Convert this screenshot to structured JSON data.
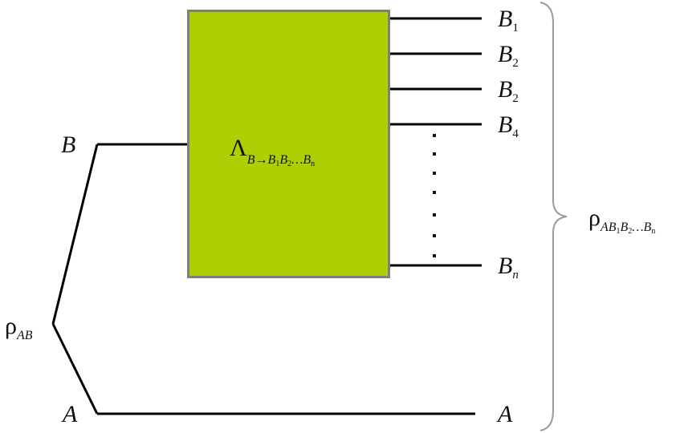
{
  "diagram": {
    "channel": {
      "symbol": "Λ",
      "subscript": "B→B1B2…Bn",
      "fill_color": "#afce04",
      "border_color": "#7f7f7f"
    },
    "input_state": {
      "symbol": "ρ",
      "subscript": "AB"
    },
    "output_state": {
      "symbol": "ρ",
      "subscript": "AB1B2…Bn"
    },
    "left_labels": {
      "b": "B",
      "a": "A"
    },
    "outputs": [
      {
        "letter": "B",
        "index": "1"
      },
      {
        "letter": "B",
        "index": "2"
      },
      {
        "letter": "B",
        "index": "2"
      },
      {
        "letter": "B",
        "index": "4"
      },
      {
        "letter": "B",
        "index": "n"
      }
    ],
    "right_a_label": "A",
    "line_color": "#000000",
    "brace_color": "#9a9a9a"
  }
}
